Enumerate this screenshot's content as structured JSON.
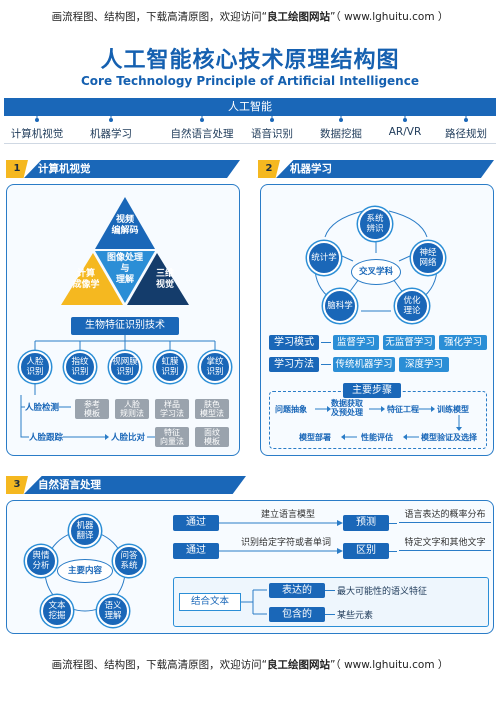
{
  "banner": {
    "prefix": "画流程图、结构图，下载高清原图，欢迎访问“",
    "site_name": "良工绘图网站",
    "suffix": "”（ www.lghuitu.com ）"
  },
  "title": {
    "cn": "人工智能核心技术原理结构图",
    "en": "Core Technology Principle of Artificial Intelligence"
  },
  "ai": {
    "label": "人工智能",
    "branches": [
      "计算机视觉",
      "机器学习",
      "自然语言处理",
      "语音识别",
      "数据挖掘",
      "AR/VR",
      "路径规划"
    ]
  },
  "section1": {
    "num": "1",
    "title": "计算机视觉",
    "pyramid": {
      "top": "视频\n编解码",
      "middle": "图像处理\n与\n理解",
      "left": "计算\n成像学",
      "right": "三维\n视觉"
    },
    "bio": "生物特征识别技术",
    "circles": [
      "人脸\n识别",
      "指纹\n识别",
      "视网膜\n识别",
      "虹膜\n识别",
      "掌纹\n识别"
    ],
    "flow": {
      "row1": [
        "人脸检测",
        "参考\n模板",
        "人脸\n规则法",
        "样品\n学习法",
        "肤色\n模型法"
      ],
      "row2": [
        "人脸跟踪",
        "人脸比对",
        "特征\n向量法",
        "面纹\n模板"
      ]
    }
  },
  "section2": {
    "num": "2",
    "title": "机器学习",
    "pentagon": {
      "center": "交叉学科",
      "nodes": [
        "系统\n辨识",
        "神经\n网络",
        "优化\n理论",
        "脑科学",
        "统计学"
      ]
    },
    "learning_modes_label": "学习模式",
    "learning_modes": [
      "监督学习",
      "无监督学习",
      "强化学习"
    ],
    "learning_methods_label": "学习方法",
    "learning_methods": [
      "传统机器学习",
      "深度学习"
    ],
    "steps_title": "主要步骤",
    "steps_row1": [
      "问题抽象",
      "数据获取\n及预处理",
      "特征工程",
      "训练模型"
    ],
    "steps_row2": [
      "模型部署",
      "性能评估",
      "模型验证及选择"
    ]
  },
  "section3": {
    "num": "3",
    "title": "自然语言处理",
    "wheel": {
      "center": "主要内容",
      "nodes": [
        "机器\n翻译",
        "问答\n系统",
        "语义\n理解",
        "文本\n挖掘",
        "舆情\n分析"
      ]
    },
    "flow": [
      {
        "via": "通过",
        "method": "建立语言模型",
        "action": "预测",
        "target": "语言表达的概率分布"
      },
      {
        "via": "通过",
        "method": "识别给定字符或者单词",
        "action": "区别",
        "target": "特定文字和其他文字"
      }
    ],
    "combine": {
      "label": "结合文本",
      "rows": [
        {
          "key": "表达的",
          "value": "最大可能性的语义特征"
        },
        {
          "key": "包含的",
          "value": "某些元素"
        }
      ]
    }
  },
  "footer": {
    "prefix": "画流程图、结构图，下载高清原图，欢迎访问“",
    "site_name": "良工绘图网站",
    "suffix": "”（ www.lghuitu.com ）"
  },
  "colors": {
    "primary": "#1a67b8",
    "accent": "#f5b820",
    "light": "#2b8ed6",
    "grey": "#9aa3ad"
  }
}
